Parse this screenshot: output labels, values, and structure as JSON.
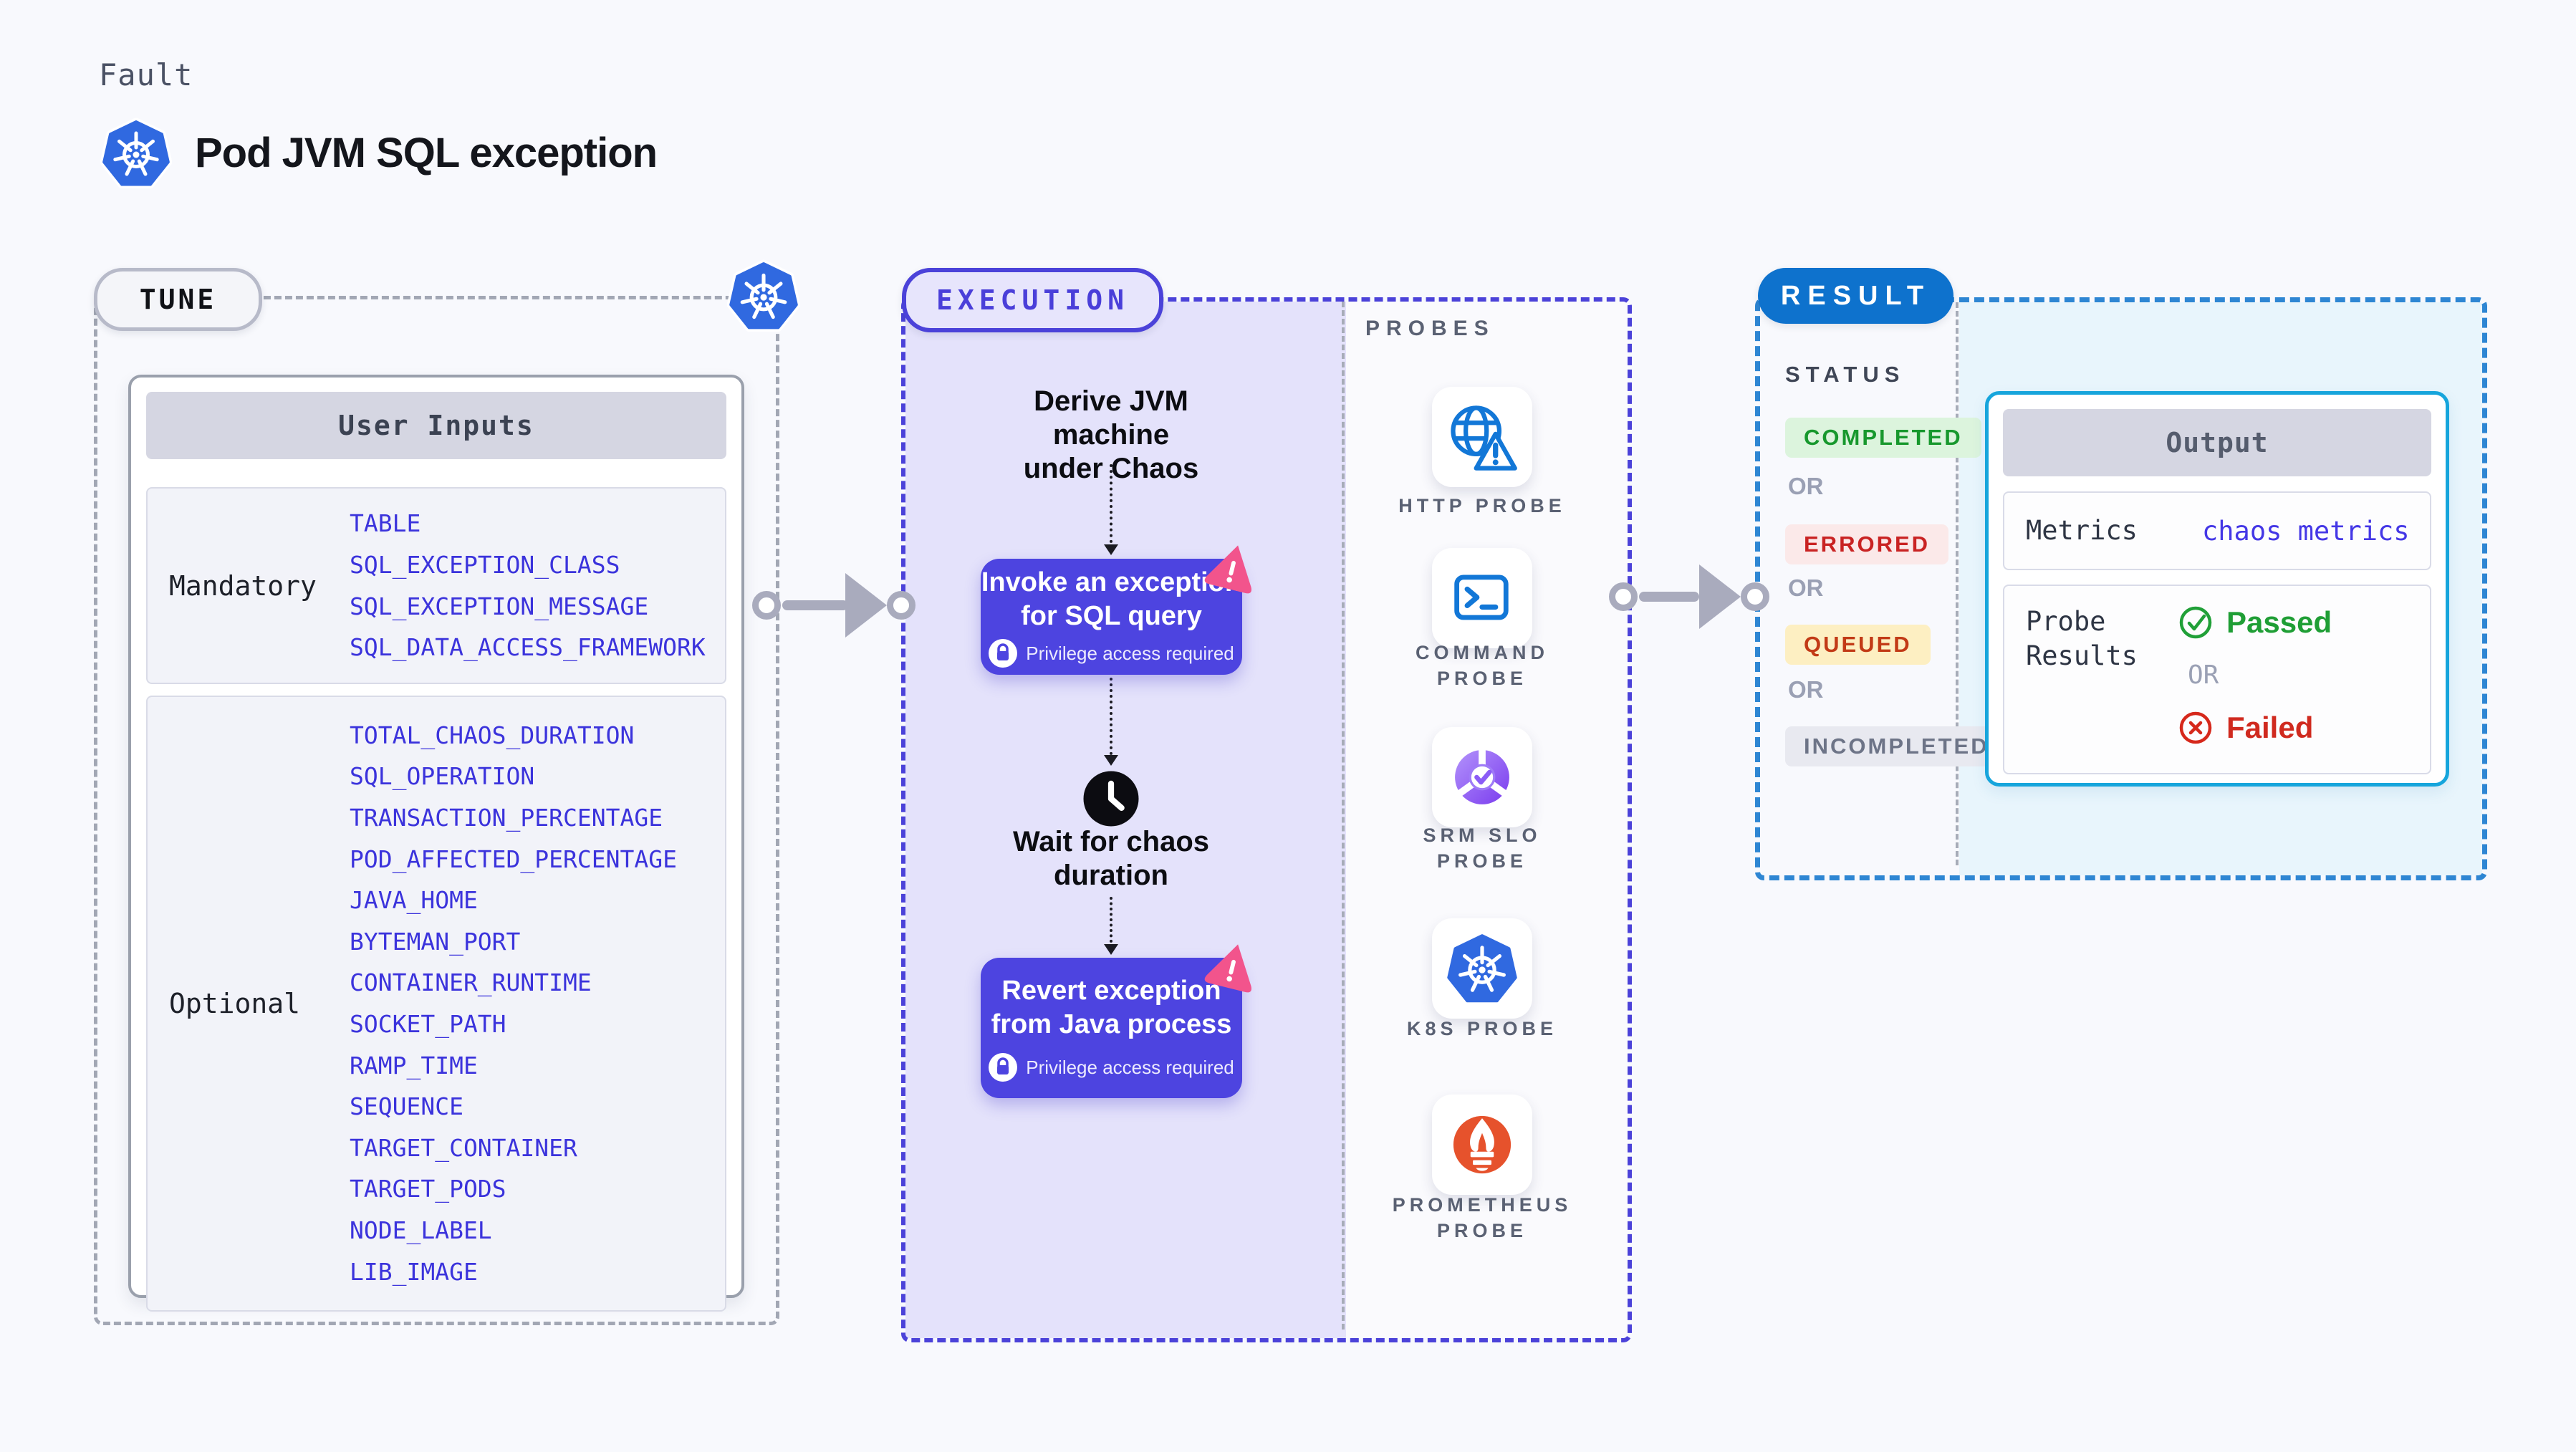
{
  "header": {
    "eyebrow": "Fault",
    "title": "Pod JVM SQL exception"
  },
  "tune": {
    "pill": "TUNE",
    "user_inputs": {
      "title": "User Inputs",
      "mandatory": {
        "label": "Mandatory",
        "items": [
          "TABLE",
          "SQL_EXCEPTION_CLASS",
          "SQL_EXCEPTION_MESSAGE",
          "SQL_DATA_ACCESS_FRAMEWORK"
        ]
      },
      "optional": {
        "label": "Optional",
        "items": [
          "TOTAL_CHAOS_DURATION",
          "SQL_OPERATION",
          "TRANSACTION_PERCENTAGE",
          "POD_AFFECTED_PERCENTAGE",
          "JAVA_HOME",
          "BYTEMAN_PORT",
          "CONTAINER_RUNTIME",
          "SOCKET_PATH",
          "RAMP_TIME",
          "SEQUENCE",
          "TARGET_CONTAINER",
          "TARGET_PODS",
          "NODE_LABEL",
          "LIB_IMAGE"
        ]
      }
    }
  },
  "execution": {
    "pill": "EXECUTION",
    "derive": {
      "line1": "Derive JVM machine",
      "line2": "under Chaos"
    },
    "invoke": {
      "line1": "Invoke an exception",
      "line2": "for SQL query",
      "note": "Privilege access required"
    },
    "wait": {
      "line1": "Wait for chaos",
      "line2": "duration"
    },
    "revert": {
      "line1": "Revert exception",
      "line2": "from Java process",
      "note": "Privilege access required"
    }
  },
  "probes": {
    "heading": "PROBES",
    "items": [
      {
        "icon": "http-probe-icon",
        "label": "HTTP PROBE"
      },
      {
        "icon": "command-probe-icon",
        "label": "COMMAND PROBE"
      },
      {
        "icon": "srm-slo-probe-icon",
        "label": "SRM SLO PROBE"
      },
      {
        "icon": "k8s-probe-icon",
        "label": "K8S PROBE"
      },
      {
        "icon": "prometheus-probe-icon",
        "label": "PROMETHEUS PROBE"
      }
    ]
  },
  "result": {
    "pill": "RESULT",
    "status": {
      "heading": "STATUS",
      "or": "OR",
      "badges": [
        {
          "label": "COMPLETED"
        },
        {
          "label": "ERRORED"
        },
        {
          "label": "QUEUED"
        },
        {
          "label": "INCOMPLETED"
        }
      ]
    },
    "output": {
      "title": "Output",
      "metrics_label": "Metrics",
      "metrics_value": "chaos metrics",
      "probe_results_label": "Probe Results",
      "passed": "Passed",
      "or": "OR",
      "failed": "Failed"
    }
  },
  "colors": {
    "accent_indigo": "#4d44e0",
    "env_var_blue": "#3b33dc",
    "kubernetes_blue": "#3069e0",
    "probe_icon_blue": "#1277d7",
    "result_blue": "#0e72cd",
    "output_border_cyan": "#16a5dc",
    "completed_green": "#17982d",
    "errored_red": "#c92323",
    "queued_amber_text": "#c23a16",
    "passed_green": "#1f9e35",
    "failed_red": "#d02a1f",
    "litmus_pink": "#f2548c",
    "prometheus_orange": "#e6522c"
  }
}
